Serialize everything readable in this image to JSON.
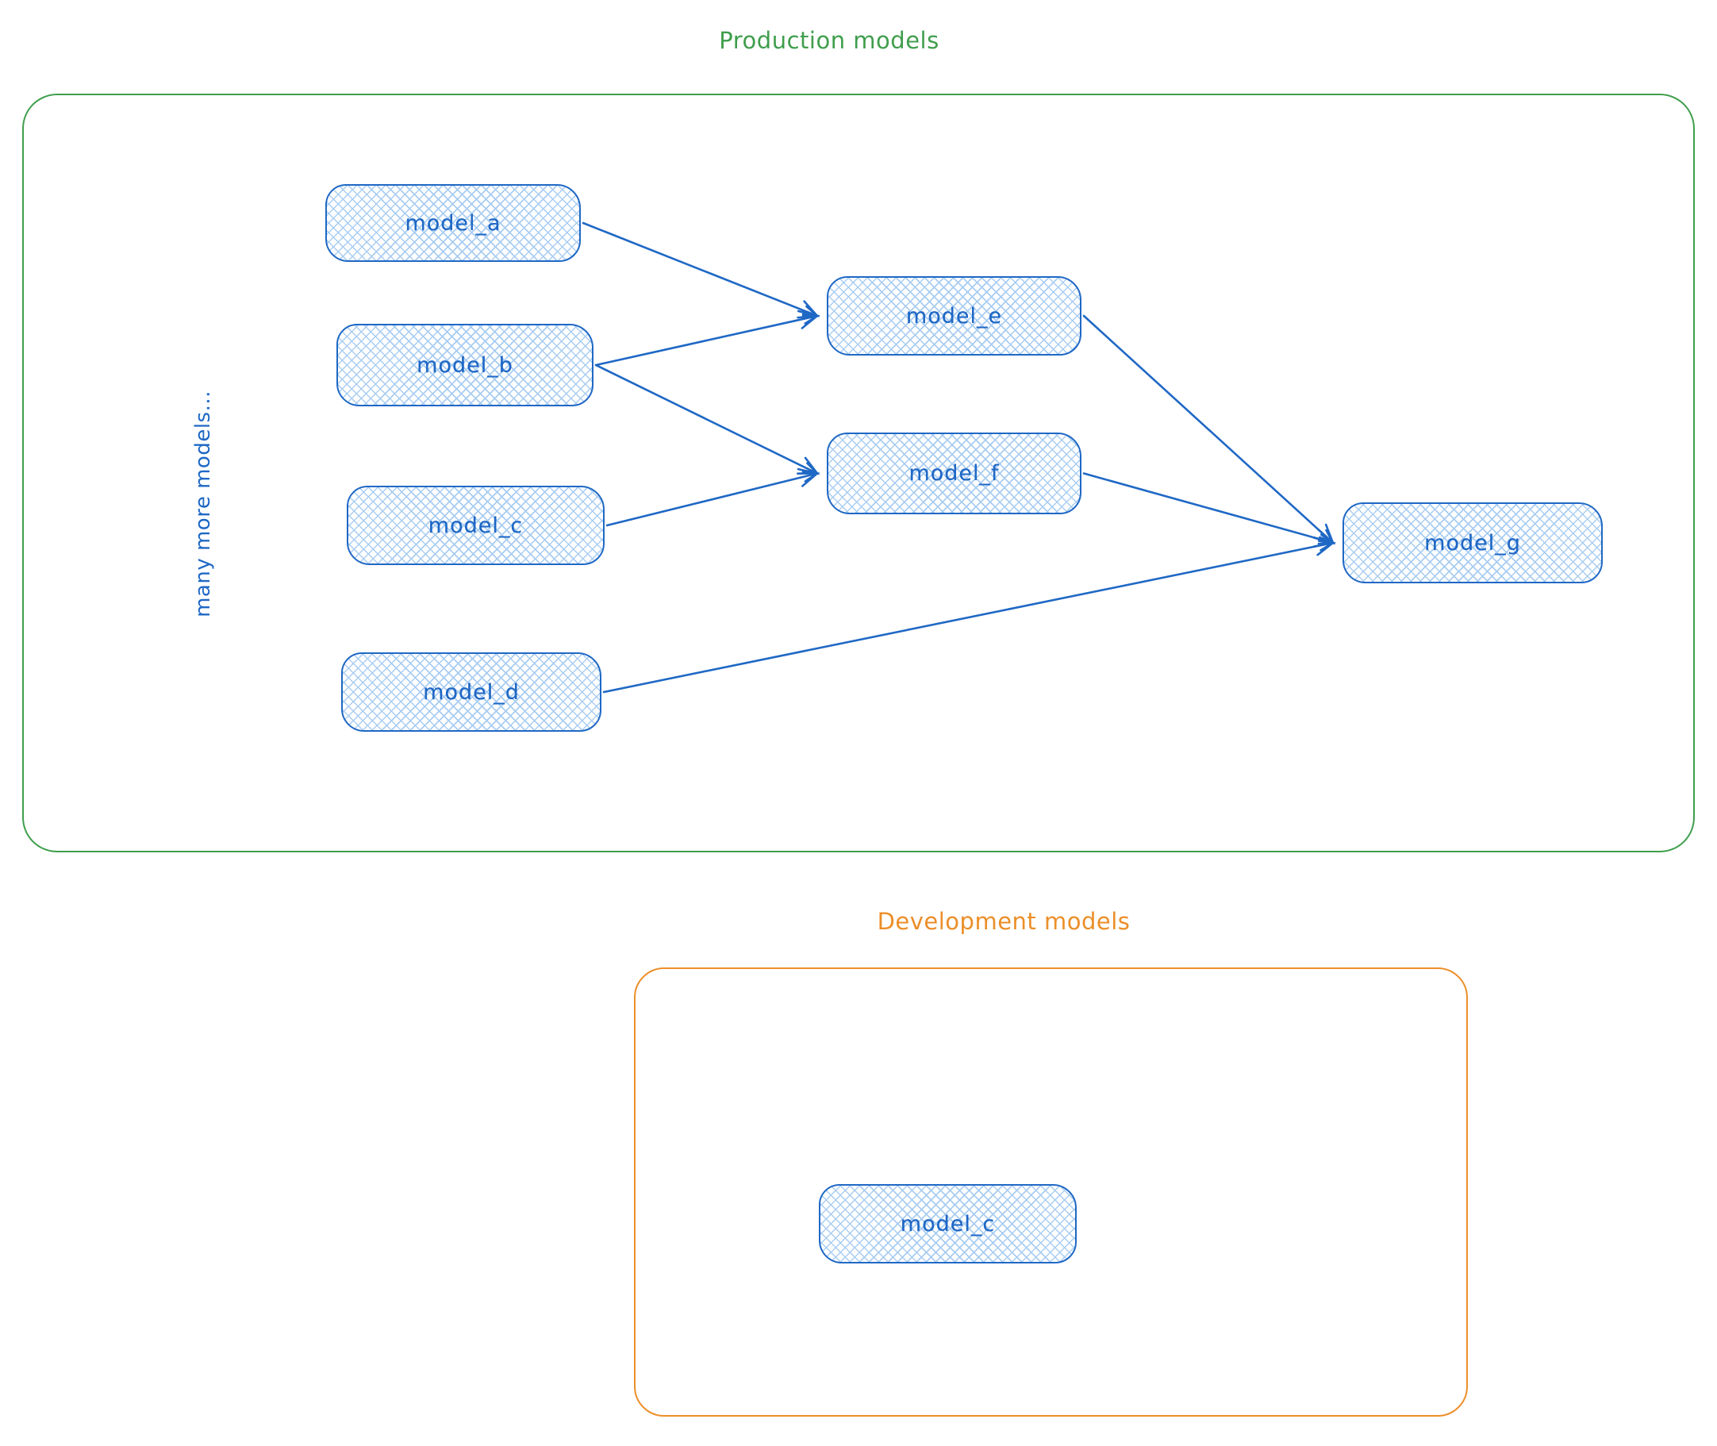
{
  "diagram": {
    "colors": {
      "production_accent": "#3f9e4c",
      "development_accent": "#ec8e28",
      "node_stroke": "#1f68c5",
      "node_fill_hatch": "#a9cdf1"
    },
    "production": {
      "title": "Production models",
      "side_note": "many more models...",
      "nodes": [
        {
          "id": "model_a",
          "label": "model_a"
        },
        {
          "id": "model_b",
          "label": "model_b"
        },
        {
          "id": "model_c",
          "label": "model_c"
        },
        {
          "id": "model_d",
          "label": "model_d"
        },
        {
          "id": "model_e",
          "label": "model_e"
        },
        {
          "id": "model_f",
          "label": "model_f"
        },
        {
          "id": "model_g",
          "label": "model_g"
        }
      ],
      "edges": [
        {
          "from": "model_a",
          "to": "model_e"
        },
        {
          "from": "model_b",
          "to": "model_e"
        },
        {
          "from": "model_b",
          "to": "model_f"
        },
        {
          "from": "model_c",
          "to": "model_f"
        },
        {
          "from": "model_d",
          "to": "model_g"
        },
        {
          "from": "model_e",
          "to": "model_g"
        },
        {
          "from": "model_f",
          "to": "model_g"
        }
      ]
    },
    "development": {
      "title": "Development models",
      "nodes": [
        {
          "id": "dev_model_c",
          "label": "model_c"
        }
      ]
    }
  }
}
